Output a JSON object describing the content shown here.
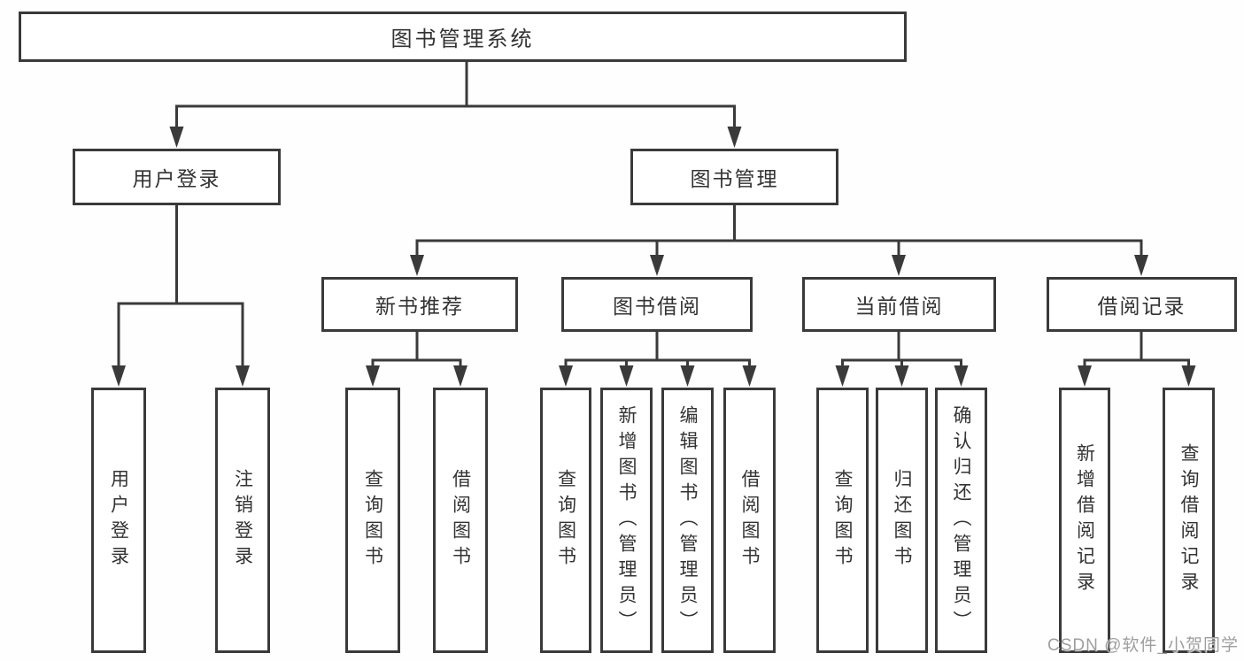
{
  "title": "图书管理系统",
  "nodes": {
    "root": "图书管理系统",
    "user_login": "用户登录",
    "book_mgmt": "图书管理",
    "new_book_rec": "新书推荐",
    "book_borrow": "图书借阅",
    "current_borrow": "当前借阅",
    "borrow_record": "借阅记录",
    "leaf_user_login": "用户登录",
    "leaf_logout": "注销登录",
    "rec_query_book": "查询图书",
    "rec_borrow_book": "借阅图书",
    "bb_query_book": "查询图书",
    "bb_add_book": "新增图书（管理员）",
    "bb_edit_book": "编辑图书（管理员）",
    "bb_borrow_book": "借阅图书",
    "cb_query_book": "查询图书",
    "cb_return_book": "归还图书",
    "cb_confirm_return": "确认归还（管理员）",
    "br_add_record": "新增借阅记录",
    "br_query_record": "查询借阅记录"
  },
  "hierarchy": {
    "label": "图书管理系统",
    "children": [
      {
        "label": "用户登录",
        "children": [
          {
            "label": "用户登录"
          },
          {
            "label": "注销登录"
          }
        ]
      },
      {
        "label": "图书管理",
        "children": [
          {
            "label": "新书推荐",
            "children": [
              {
                "label": "查询图书"
              },
              {
                "label": "借阅图书"
              }
            ]
          },
          {
            "label": "图书借阅",
            "children": [
              {
                "label": "查询图书"
              },
              {
                "label": "新增图书（管理员）"
              },
              {
                "label": "编辑图书（管理员）"
              },
              {
                "label": "借阅图书"
              }
            ]
          },
          {
            "label": "当前借阅",
            "children": [
              {
                "label": "查询图书"
              },
              {
                "label": "归还图书"
              },
              {
                "label": "确认归还（管理员）"
              }
            ]
          },
          {
            "label": "借阅记录",
            "children": [
              {
                "label": "新增借阅记录"
              },
              {
                "label": "查询借阅记录"
              }
            ]
          }
        ]
      }
    ]
  },
  "watermark": "CSDN @软件_小贺同学",
  "colors": {
    "line": "#3a3a3a",
    "box_border": "#3a3a3a",
    "box_fill": "#ffffff",
    "text": "#333333",
    "watermark": "#9e9e9e"
  }
}
